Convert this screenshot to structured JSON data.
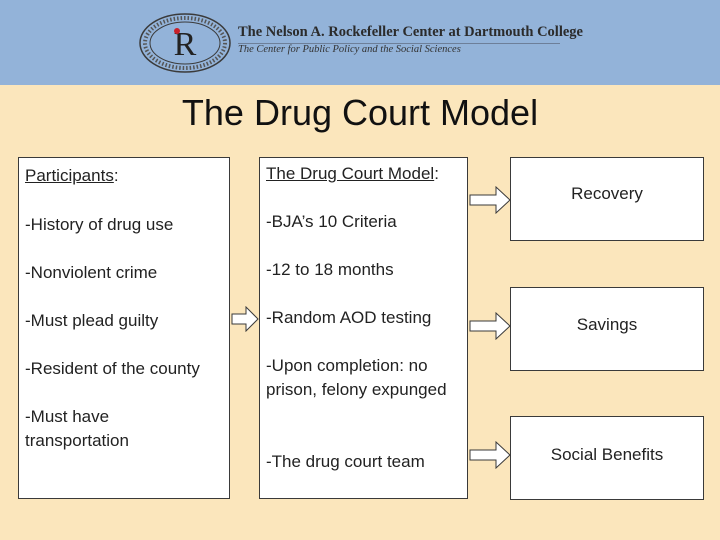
{
  "header": {
    "logo_letter": "R",
    "title": "The Nelson A. Rockefeller Center at Dartmouth College",
    "subtitle": "The Center for Public Policy and the Social Sciences"
  },
  "slide": {
    "title": "The Drug Court Model"
  },
  "participants": {
    "heading": "Participants",
    "colon": ":",
    "items": [
      "-History of drug use",
      "-Nonviolent crime",
      "-Must plead guilty",
      "-Resident of the county",
      "-Must have transportation"
    ]
  },
  "model": {
    "heading": "The Drug Court Model",
    "colon": ":",
    "items": [
      "-BJA’s 10 Criteria",
      "-12 to 18 months",
      "-Random AOD testing",
      "-Upon completion: no prison, felony expunged",
      "-The drug court team"
    ]
  },
  "outcomes": {
    "items": [
      "Recovery",
      "Savings",
      "Social Benefits"
    ]
  },
  "colors": {
    "header_bg": "#93b3d9",
    "slide_bg": "#fbe6bc",
    "box_bg": "#ffffff",
    "arrow_stroke": "#3a3a3a"
  }
}
